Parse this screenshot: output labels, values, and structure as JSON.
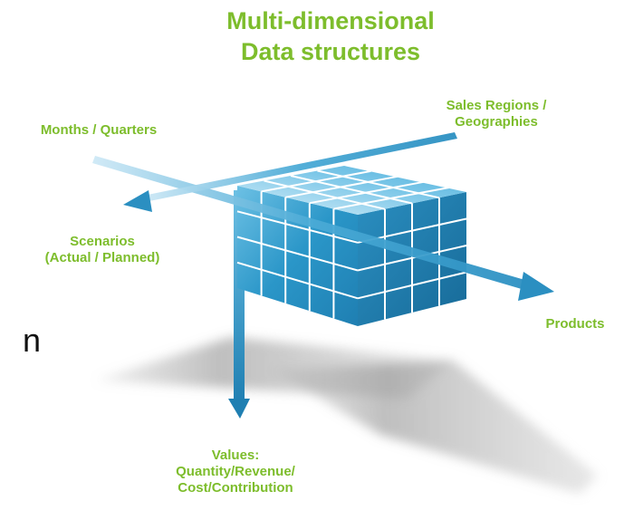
{
  "title": {
    "line1": "Multi-dimensional",
    "line2": "Data structures"
  },
  "labels": {
    "months": "Months / Quarters",
    "sales_regions_line1": "Sales Regions /",
    "sales_regions_line2": "Geographies",
    "scenarios_line1": "Scenarios",
    "scenarios_line2": "(Actual / Planned)",
    "products": "Products",
    "values_line1": "Values:",
    "values_line2": "Quantity/Revenue/",
    "values_line3": "Cost/Contribution"
  },
  "stray_text": "n",
  "colors": {
    "label_green": "#7dbd2c",
    "cube_front": "#2a93c4",
    "cube_side": "#1a6f9e",
    "cube_top": "#79c5e6",
    "grid": "#ffffff",
    "arrow": "#4aaad6"
  }
}
